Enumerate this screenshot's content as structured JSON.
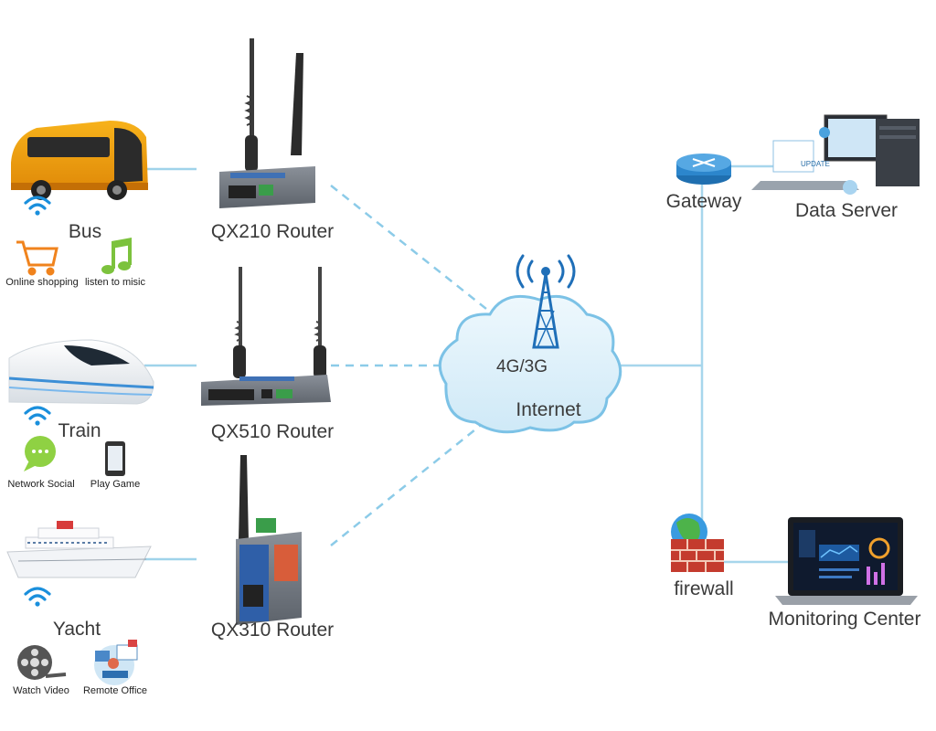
{
  "vehicles": [
    {
      "name": "Bus",
      "apps": [
        "Online shopping",
        "listen to misic"
      ]
    },
    {
      "name": "Train",
      "apps": [
        "Network Social",
        "Play Game"
      ]
    },
    {
      "name": "Yacht",
      "apps": [
        "Watch Video",
        "Remote Office"
      ]
    }
  ],
  "routers": [
    "QX210 Router",
    "QX510 Router",
    "QX310 Router"
  ],
  "network": {
    "cloud_label": "4G/3G",
    "internet_label": "Internet"
  },
  "right": {
    "gateway": "Gateway",
    "data_server": "Data Server",
    "firewall": "firewall",
    "monitoring": "Monitoring Center",
    "update_badge": "UPDATE"
  },
  "colors": {
    "line": "#9fd3ea",
    "dashed": "#8ccbe8",
    "cloud": "#d8eefa",
    "cloud_edge": "#7cc2e6"
  }
}
